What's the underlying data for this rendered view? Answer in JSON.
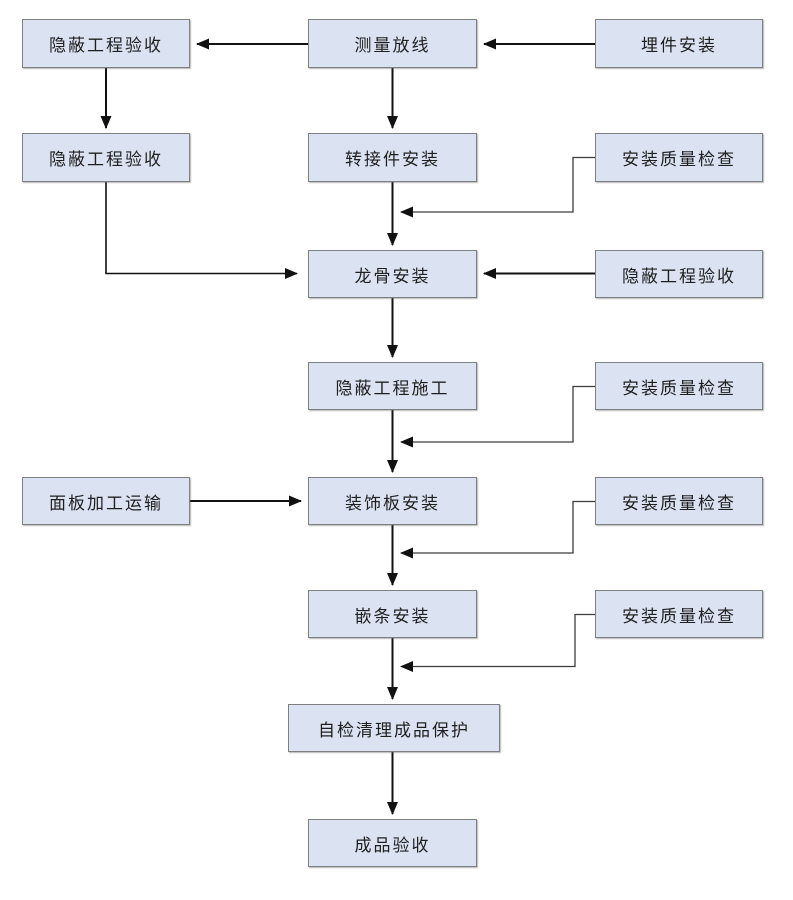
{
  "diagram": {
    "type": "flowchart",
    "description_colors": {
      "node_fill": "#dbe3f2",
      "node_border": "#7f7f7f",
      "arrow_line": "#1a1a1a",
      "elbow_line": "#4a4a4a",
      "text": "#1f1f1f",
      "background": "#ffffff"
    }
  },
  "nodes": [
    {
      "id": "hidden-works-acceptance-top-left",
      "label": "隐蔽工程验收"
    },
    {
      "id": "measurement-setting-out",
      "label": "测量放线"
    },
    {
      "id": "embedded-parts-installation",
      "label": "埋件安装"
    },
    {
      "id": "hidden-works-acceptance-left-2",
      "label": "隐蔽工程验收"
    },
    {
      "id": "adapter-installation",
      "label": "转接件安装"
    },
    {
      "id": "installation-quality-check-1",
      "label": "安装质量检查"
    },
    {
      "id": "keel-installation",
      "label": "龙骨安装"
    },
    {
      "id": "hidden-works-acceptance-right",
      "label": "隐蔽工程验收"
    },
    {
      "id": "hidden-works-construction",
      "label": "隐蔽工程施工"
    },
    {
      "id": "installation-quality-check-2",
      "label": "安装质量检查"
    },
    {
      "id": "panel-processing-transport",
      "label": "面板加工运输"
    },
    {
      "id": "decorative-panel-installation",
      "label": "装饰板安装"
    },
    {
      "id": "installation-quality-check-3",
      "label": "安装质量检查"
    },
    {
      "id": "trim-strip-installation",
      "label": "嵌条安装"
    },
    {
      "id": "installation-quality-check-4",
      "label": "安装质量检查"
    },
    {
      "id": "self-check-cleaning-protection",
      "label": "自检清理成品保护"
    },
    {
      "id": "finished-product-acceptance",
      "label": "成品验收"
    }
  ],
  "edges": [
    {
      "from": "embedded-parts-installation",
      "to": "measurement-setting-out"
    },
    {
      "from": "measurement-setting-out",
      "to": "hidden-works-acceptance-top-left"
    },
    {
      "from": "hidden-works-acceptance-top-left",
      "to": "hidden-works-acceptance-left-2"
    },
    {
      "from": "measurement-setting-out",
      "to": "adapter-installation"
    },
    {
      "from": "adapter-installation",
      "to": "keel-installation"
    },
    {
      "from": "installation-quality-check-1",
      "to": "adapter-installation-keel-installation-flow"
    },
    {
      "from": "hidden-works-acceptance-left-2",
      "to": "keel-installation"
    },
    {
      "from": "hidden-works-acceptance-right",
      "to": "keel-installation"
    },
    {
      "from": "keel-installation",
      "to": "hidden-works-construction"
    },
    {
      "from": "hidden-works-construction",
      "to": "decorative-panel-installation"
    },
    {
      "from": "installation-quality-check-2",
      "to": "hidden-works-construction-decorative-panel-flow"
    },
    {
      "from": "panel-processing-transport",
      "to": "decorative-panel-installation"
    },
    {
      "from": "decorative-panel-installation",
      "to": "trim-strip-installation"
    },
    {
      "from": "installation-quality-check-3",
      "to": "decorative-panel-trim-strip-flow"
    },
    {
      "from": "trim-strip-installation",
      "to": "self-check-cleaning-protection"
    },
    {
      "from": "installation-quality-check-4",
      "to": "trim-strip-self-check-flow"
    },
    {
      "from": "self-check-cleaning-protection",
      "to": "finished-product-acceptance"
    }
  ]
}
